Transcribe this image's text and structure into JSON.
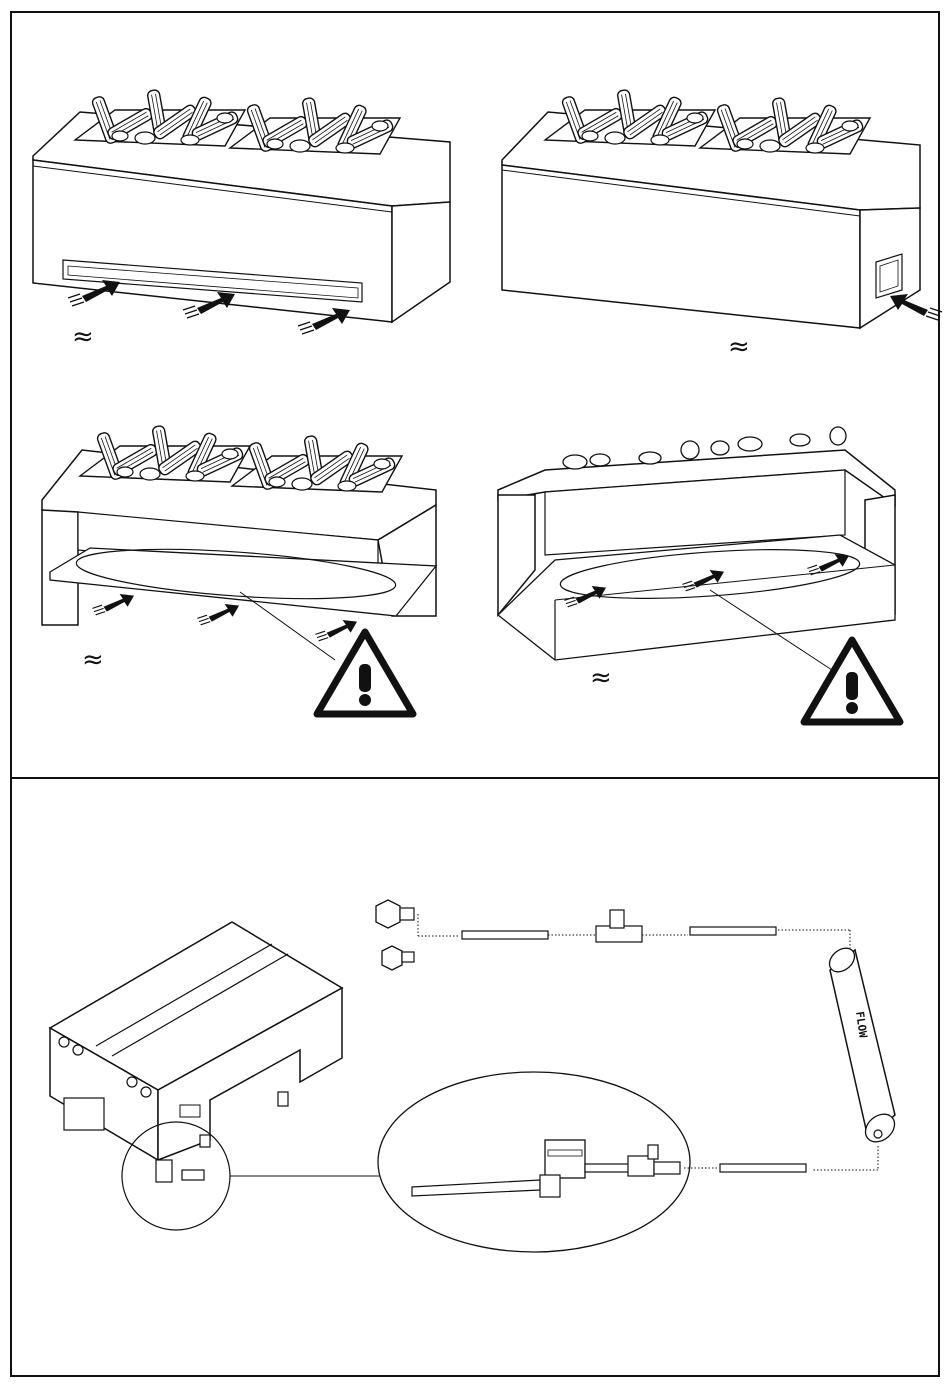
{
  "panels": {
    "top_count": 4,
    "bottom_count": 1
  },
  "symbols": {
    "heat": "≈",
    "warning": "!"
  },
  "filter_label": "FLOW",
  "colors": {
    "line": "#111111",
    "background": "#ffffff",
    "fill_light": "#f4f4f4"
  }
}
